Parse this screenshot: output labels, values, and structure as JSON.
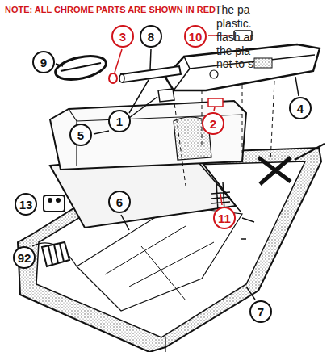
{
  "diagram": {
    "nodes": [
      {
        "text": [
          "3"
        ]
      },
      {
        "text": [
          "8"
        ]
      },
      {
        "text": [
          "10"
        ]
      },
      {
        "text": [
          "9"
        ]
      },
      {
        "text": [
          "1"
        ]
      },
      {
        "text": [
          "2"
        ]
      },
      {
        "text": [
          "4"
        ]
      },
      {
        "text": [
          "5"
        ]
      },
      {
        "text": [
          "13"
        ]
      },
      {
        "text": [
          "6"
        ]
      },
      {
        "text": [
          "11"
        ]
      },
      {
        "text": [
          "92"
        ]
      },
      {
        "text": [
          "7"
        ]
      }
    ],
    "labels": [
      "NOTE: ALL CHROME PARTS ARE SHOWN IN RED",
      "The pa",
      "plastic.",
      "flash ar",
      "the pla",
      "not to s"
    ]
  }
}
